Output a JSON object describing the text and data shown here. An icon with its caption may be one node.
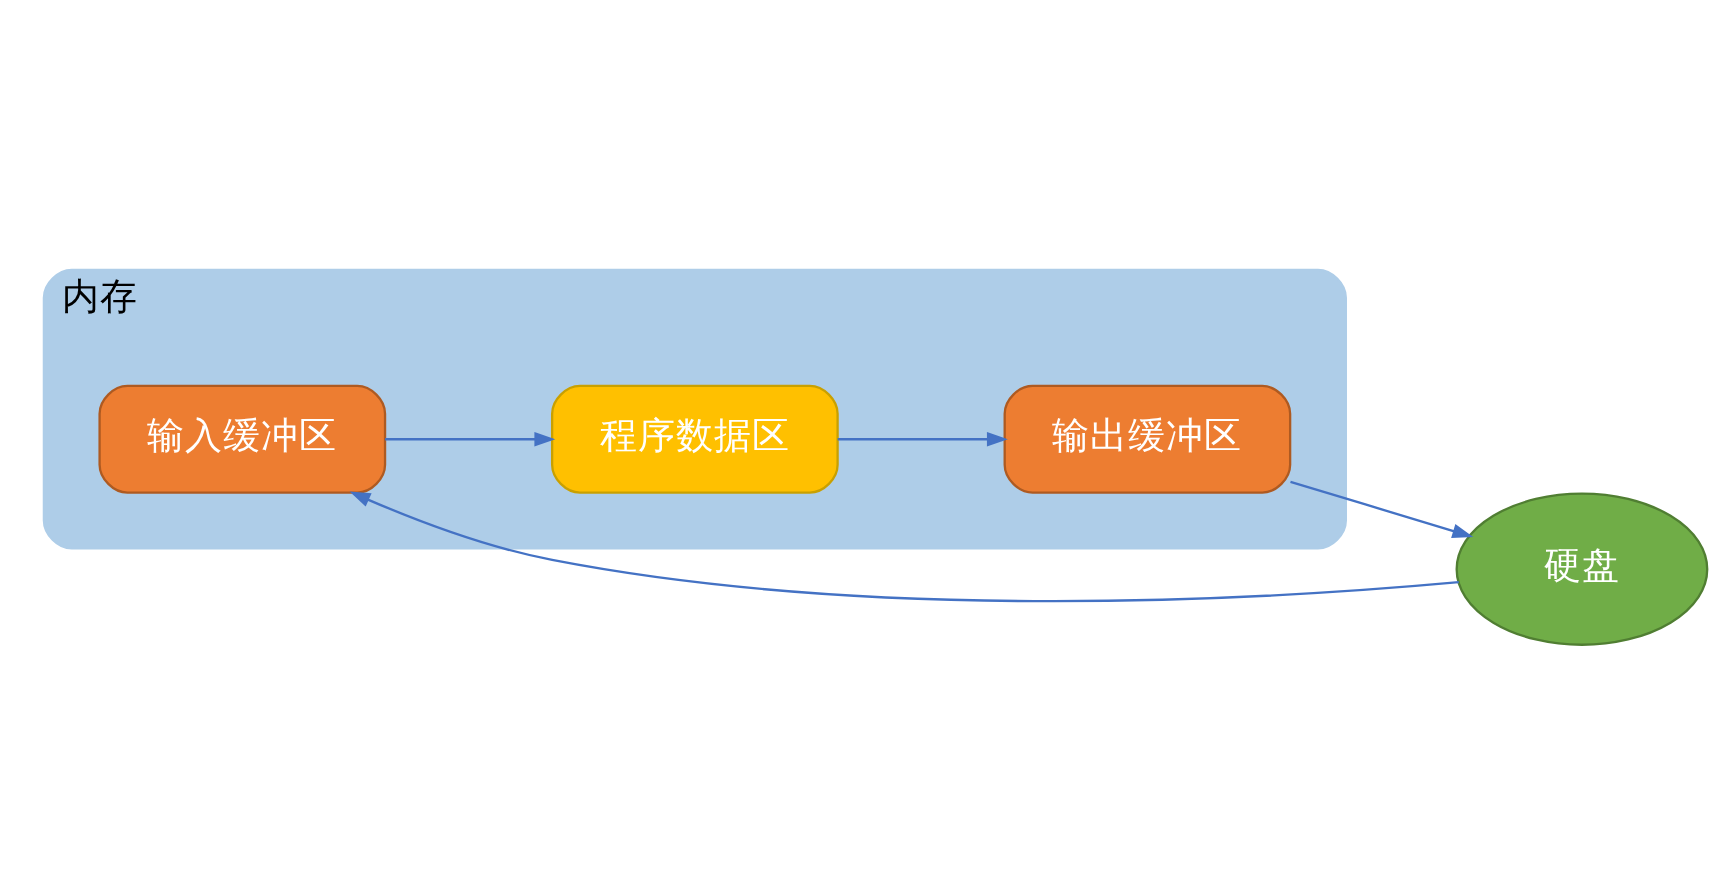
{
  "diagram": {
    "nodes": [
      {
        "text": [
          "内存"
        ]
      },
      {
        "text": [
          "程序数据区"
        ],
        "in": 0
      },
      {
        "text": [
          "输出缓冲区"
        ],
        "in": 0
      },
      {
        "text": [
          "输入缓冲区"
        ],
        "in": 0
      },
      {
        "text": [
          "硬盘"
        ]
      }
    ],
    "edges": [
      {
        "from": 1,
        "to": 2,
        "arrow": "to"
      },
      {
        "from": 2,
        "to": 4,
        "arrow": "to"
      },
      {
        "from": 4,
        "to": 3,
        "arrow": "to"
      },
      {
        "from": 3,
        "to": 1,
        "arrow": "to"
      }
    ]
  }
}
